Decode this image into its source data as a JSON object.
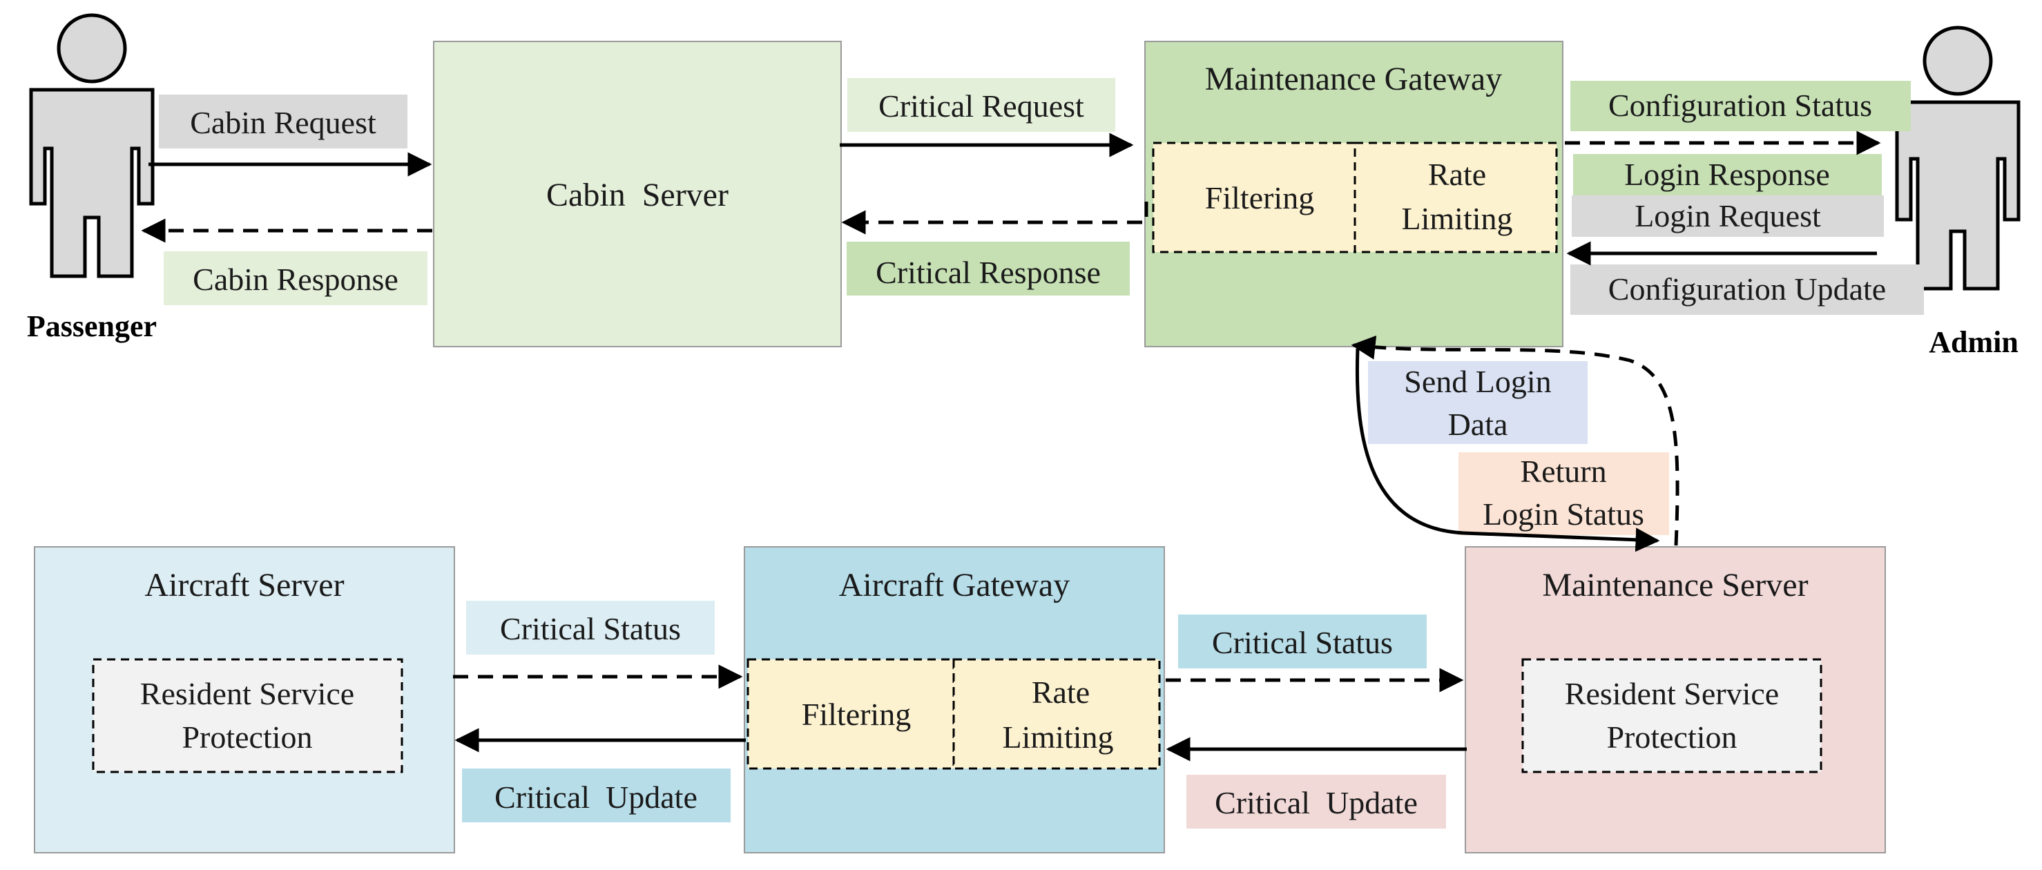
{
  "actors": {
    "passenger": "Passenger",
    "admin": "Admin"
  },
  "nodes": {
    "cabin_server": "Cabin  Server",
    "maintenance_gateway": {
      "title": "Maintenance Gateway",
      "filtering": "Filtering",
      "rate_limiting": [
        "Rate",
        "Limiting"
      ]
    },
    "aircraft_server": {
      "title": "Aircraft Server",
      "protection": [
        "Resident Service",
        "Protection"
      ]
    },
    "aircraft_gateway": {
      "title": "Aircraft Gateway",
      "filtering": "Filtering",
      "rate_limiting": [
        "Rate",
        "Limiting"
      ]
    },
    "maintenance_server": {
      "title": "Maintenance Server",
      "protection": [
        "Resident Service",
        "Protection"
      ]
    }
  },
  "edges": {
    "cabin_request": "Cabin Request",
    "cabin_response": "Cabin Response",
    "critical_request": "Critical Request",
    "critical_response": "Critical Response",
    "configuration_status": "Configuration Status",
    "login_response": "Login Response",
    "login_request": "Login Request",
    "configuration_update": "Configuration Update",
    "send_login_data": [
      "Send Login",
      "Data"
    ],
    "return_login_status": [
      "Return",
      "Login Status"
    ],
    "critical_status_left": "Critical Status",
    "critical_update_left": "Critical  Update",
    "critical_status_right": "Critical Status",
    "critical_update_right": "Critical  Update"
  },
  "colors": {
    "cabin_server_fill": "#e4efda",
    "maintenance_gateway_fill": "#c6e0b4",
    "inner_fill": "#fdf2d0",
    "aircraft_server_fill": "#dcedf3",
    "aircraft_gateway_fill": "#b7dde8",
    "maintenance_server_fill": "#f1d9d8",
    "protection_fill": "#f2f2f2",
    "actor_fill": "#d9d9d9",
    "label_gray": "#d9d9d9",
    "label_light_green": "#e4efda",
    "label_green": "#c6e0b4",
    "label_blue": "#b7dde8",
    "label_lavender": "#d9e1f2",
    "label_peach": "#fbe4d5",
    "label_pink": "#f1d9d8"
  }
}
